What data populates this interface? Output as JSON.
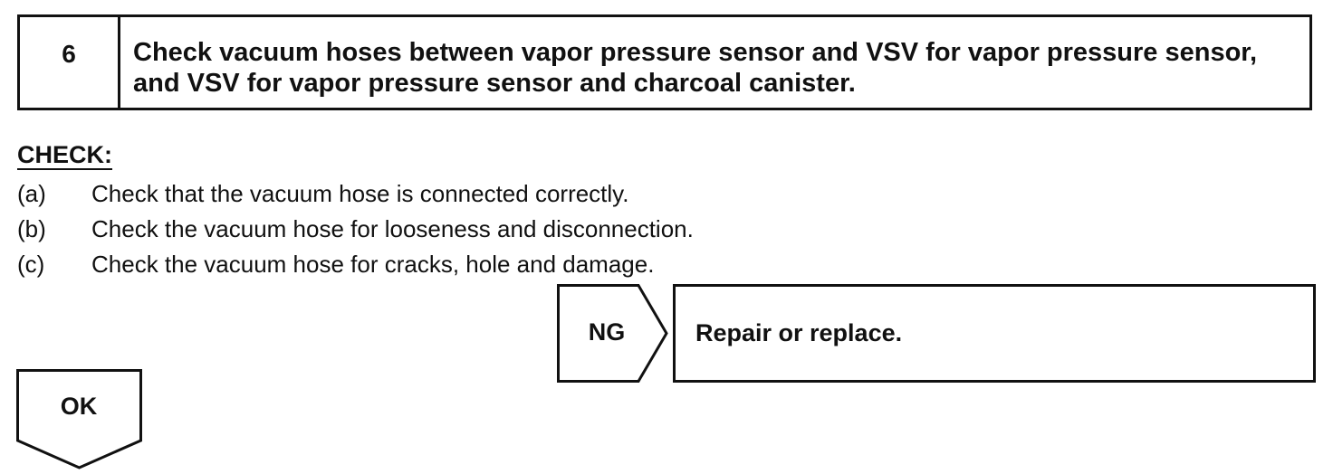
{
  "step": {
    "number": "6",
    "title": "Check vacuum hoses between vapor pressure sensor and VSV for vapor pressure sensor, and VSV for vapor pressure sensor and charcoal canister."
  },
  "check": {
    "heading": "CHECK:",
    "items": [
      {
        "marker": "(a)",
        "text": "Check that the vacuum hose is connected correctly."
      },
      {
        "marker": "(b)",
        "text": "Check the vacuum hose for looseness and disconnection."
      },
      {
        "marker": "(c)",
        "text": "Check the vacuum hose for cracks, hole and damage."
      }
    ]
  },
  "ng": {
    "label": "NG",
    "action": "Repair or replace."
  },
  "ok": {
    "label": "OK"
  }
}
